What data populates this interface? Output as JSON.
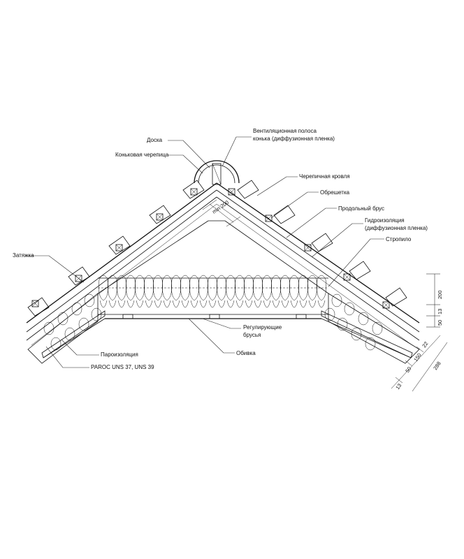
{
  "labels": {
    "board": "Доска",
    "ridge_tile": "Коньковая черепица",
    "ridge_vent_1": "Вентиляционная полоса",
    "ridge_vent_2": "конька (диффузионная пленка)",
    "tile_roof": "Черепичная кровля",
    "battens": "Обрешетка",
    "counter_batten": "Продольный брус",
    "waterproof_1": "Гидроизоляция",
    "waterproof_2": "(диффузионная пленка)",
    "rafter": "Стропило",
    "tie_beam": "Затяжка",
    "adjust_bars_1": "Регулирующие",
    "adjust_bars_2": "брусья",
    "lining": "Обивка",
    "vapor_barrier": "Пароизоляция",
    "insulation": "PAROC UNS 37, UNS 39"
  },
  "dimensions": {
    "min_gap": "min 200",
    "d200": "200",
    "d13a": "13",
    "d50a": "50",
    "d22": "22",
    "d150": "150",
    "d50b": "50",
    "d288": "288",
    "d13b": "13"
  }
}
